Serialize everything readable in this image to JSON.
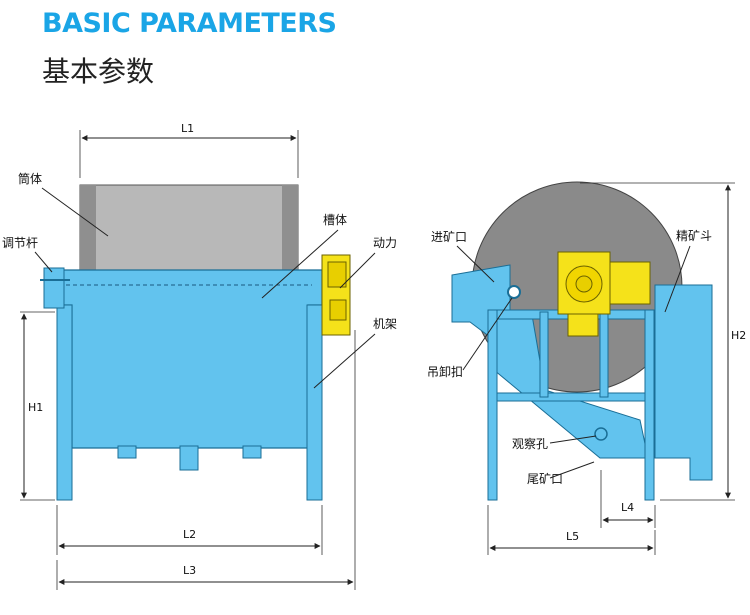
{
  "header": {
    "title_en": "BASIC PARAMETERS",
    "title_cn": "基本参数"
  },
  "colors": {
    "title_blue": "#1aa5e6",
    "machine_blue": "#62c3ee",
    "drum_gray": "#b8b8b8",
    "motor_yellow": "#f5e21a",
    "outline": "#222222"
  },
  "labels": {
    "drum": "筒体",
    "adjust_rod": "调节杆",
    "tank": "槽体",
    "power": "动力",
    "frame": "机架",
    "feed_inlet": "进矿口",
    "hoist_buckle": "吊卸扣",
    "inspection_hole": "观察孔",
    "tailings_outlet": "尾矿口",
    "concentrate_hopper": "精矿斗"
  },
  "dimensions": {
    "l1": "L1",
    "l2": "L2",
    "l3": "L3",
    "l4": "L4",
    "l5": "L5",
    "h1": "H1",
    "h2": "H2"
  }
}
